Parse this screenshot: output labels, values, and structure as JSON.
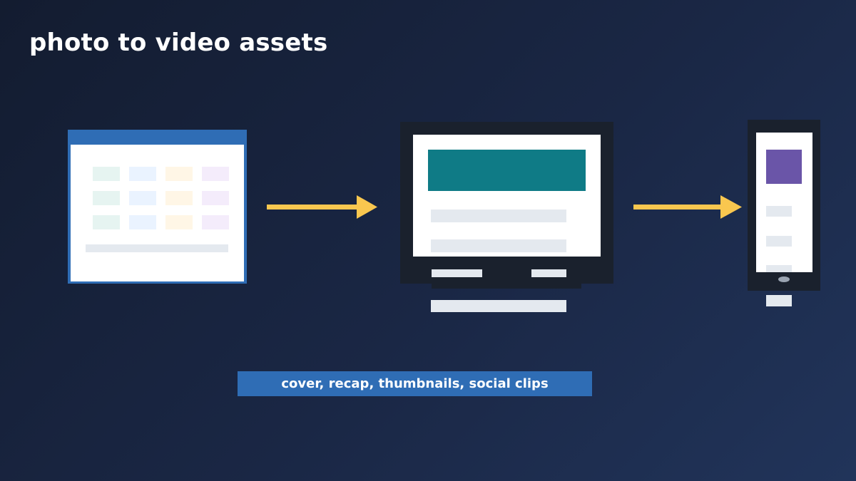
{
  "title": "photo to video assets",
  "caption": "cover, recap, thumbnails, social clips",
  "colors": {
    "background_start": "#131c30",
    "background_end": "#21345a",
    "title": "#ffffff",
    "caption_bar": "#2f6db5",
    "caption_text": "#ffffff",
    "arrow": "#f9c74f",
    "device_frame": "#1a212d",
    "desktop_header": "#2f6db5",
    "screen": "#ffffff",
    "placeholder_line": "#e4e9ef",
    "hero_banner": "#0f7b86",
    "mobile_thumbnail": "#6a55a8",
    "photo_tiles": [
      "#e6f4f1",
      "#eaf3ff",
      "#fff6e6",
      "#f4ecfb"
    ]
  },
  "nodes": [
    {
      "id": "photo-library",
      "icon": "photo-grid-window-icon"
    },
    {
      "id": "desktop-video",
      "icon": "desktop-monitor-icon"
    },
    {
      "id": "mobile-clip",
      "icon": "smartphone-icon"
    }
  ],
  "edges": [
    {
      "from": "photo-library",
      "to": "desktop-video"
    },
    {
      "from": "desktop-video",
      "to": "mobile-clip"
    }
  ]
}
